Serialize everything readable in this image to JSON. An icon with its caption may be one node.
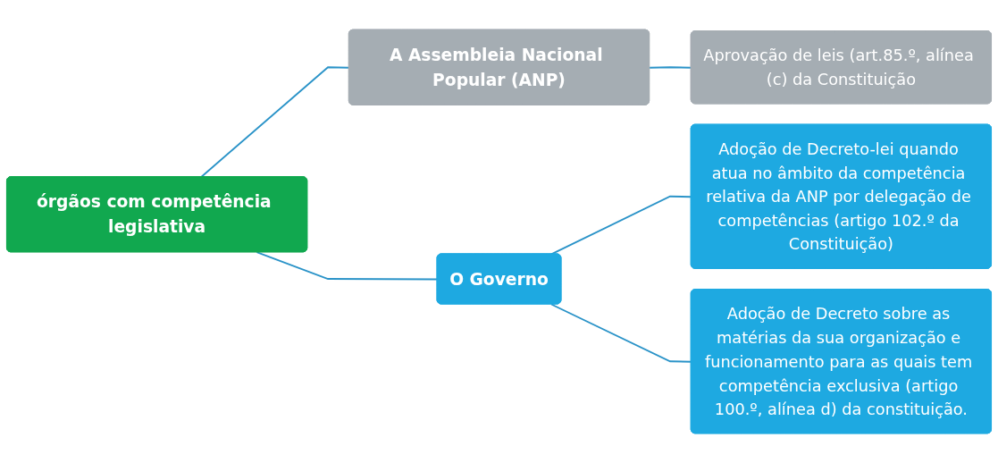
{
  "diagram": {
    "nodes": [
      {
        "text": [
          "órgãos com competência legislativa"
        ]
      },
      {
        "text": [
          "A Assembleia Nacional Popular (ANP)"
        ]
      },
      {
        "text": [
          "Aprovação de leis (art.85.º, alínea (c) da Constituição"
        ]
      },
      {
        "text": [
          "O Governo"
        ]
      },
      {
        "text": [
          "Adoção de Decreto-lei quando atua no âmbito da competência relativa da ANP por delegação de competências (artigo 102.º da Constituição)"
        ]
      },
      {
        "text": [
          "Adoção de Decreto sobre as matérias da sua organização e funcionamento para as quais tem competência exclusiva (artigo 100.º, alínea d) da constituição."
        ]
      }
    ],
    "edges": [
      {
        "from": 0,
        "to": 1,
        "arrow": "none"
      },
      {
        "from": 1,
        "to": 2,
        "arrow": "none"
      },
      {
        "from": 0,
        "to": 3,
        "arrow": "none"
      },
      {
        "from": 3,
        "to": 4,
        "arrow": "none"
      },
      {
        "from": 3,
        "to": 5,
        "arrow": "none"
      }
    ]
  }
}
